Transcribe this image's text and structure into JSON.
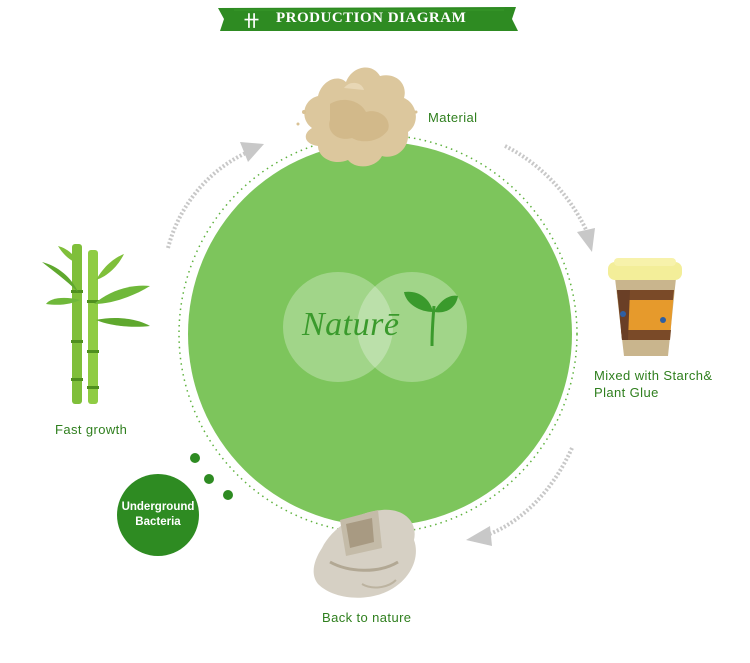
{
  "banner": {
    "mark": "卄",
    "title": "PRODUCTION DIAGRAM"
  },
  "center": {
    "word": "Naturē"
  },
  "steps": {
    "material": "Material",
    "mixed_line1": "Mixed with Starch&",
    "mixed_line2": "Plant Glue",
    "back_to_nature": "Back to nature",
    "fast_growth": "Fast growth"
  },
  "badge": {
    "line1": "Underground",
    "line2": "Bacteria"
  },
  "colors": {
    "big_circle": "#7dc55c",
    "label_green": "#2f7f1e",
    "banner_green": "#2e8b22",
    "badge_green": "#2e8b22",
    "arrow_gray": "#c8c8c8"
  },
  "icons": [
    "sawdust-powder-icon",
    "cup-icon",
    "decomposing-cup-icon",
    "bamboo-icon",
    "leaf-sprout-icon"
  ]
}
